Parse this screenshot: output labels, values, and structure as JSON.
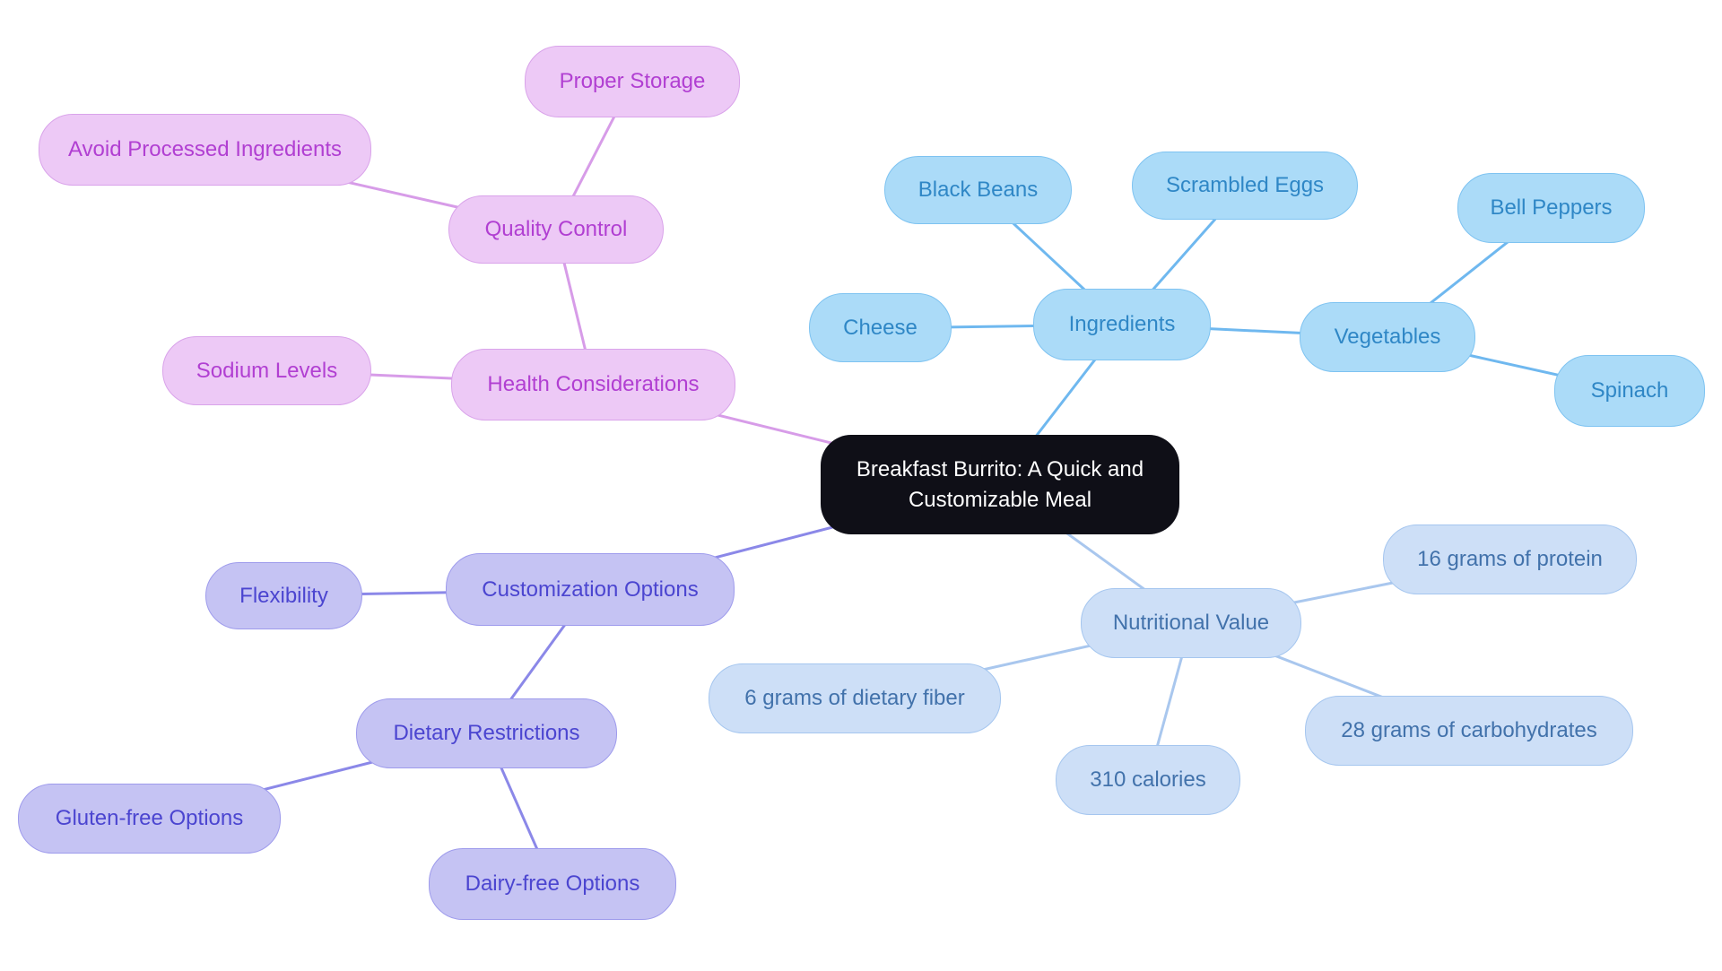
{
  "mindmap": {
    "root": {
      "label": "Breakfast Burrito: A Quick and Customizable Meal"
    },
    "branches": [
      {
        "label": "Ingredients",
        "children": [
          {
            "label": "Black Beans",
            "children": []
          },
          {
            "label": "Scrambled Eggs",
            "children": []
          },
          {
            "label": "Cheese",
            "children": []
          },
          {
            "label": "Vegetables",
            "children": [
              {
                "label": "Bell Peppers",
                "children": []
              },
              {
                "label": "Spinach",
                "children": []
              }
            ]
          }
        ]
      },
      {
        "label": "Nutritional Value",
        "children": [
          {
            "label": "16 grams of protein",
            "children": []
          },
          {
            "label": "28 grams of carbohydrates",
            "children": []
          },
          {
            "label": "310 calories",
            "children": []
          },
          {
            "label": "6 grams of dietary fiber",
            "children": []
          }
        ]
      },
      {
        "label": "Customization Options",
        "children": [
          {
            "label": "Flexibility",
            "children": []
          },
          {
            "label": "Dietary Restrictions",
            "children": [
              {
                "label": "Gluten-free Options",
                "children": []
              },
              {
                "label": "Dairy-free Options",
                "children": []
              }
            ]
          }
        ]
      },
      {
        "label": "Health Considerations",
        "children": [
          {
            "label": "Sodium Levels",
            "children": []
          },
          {
            "label": "Quality Control",
            "children": [
              {
                "label": "Avoid Processed Ingredients",
                "children": []
              },
              {
                "label": "Proper Storage",
                "children": []
              }
            ]
          }
        ]
      }
    ]
  },
  "colors": {
    "central_bg": "#0f0f17",
    "central_text": "#ffffff",
    "ingredients_fill": "#abdbf8",
    "ingredients_border": "#7ec3f1",
    "ingredients_text": "#2f87c6",
    "ingredients_edge": "#6fb8ef",
    "nutrition_fill": "#cddff7",
    "nutrition_border": "#a5c6ef",
    "nutrition_text": "#4272ab",
    "nutrition_edge": "#a9c7ee",
    "customization_fill": "#c5c3f3",
    "customization_border": "#9e9bec",
    "customization_text": "#4b45d0",
    "customization_edge": "#8b88e8",
    "health_fill": "#edc9f6",
    "health_border": "#d9a3ea",
    "health_text": "#b13fd2",
    "health_edge": "#d79ce8"
  }
}
